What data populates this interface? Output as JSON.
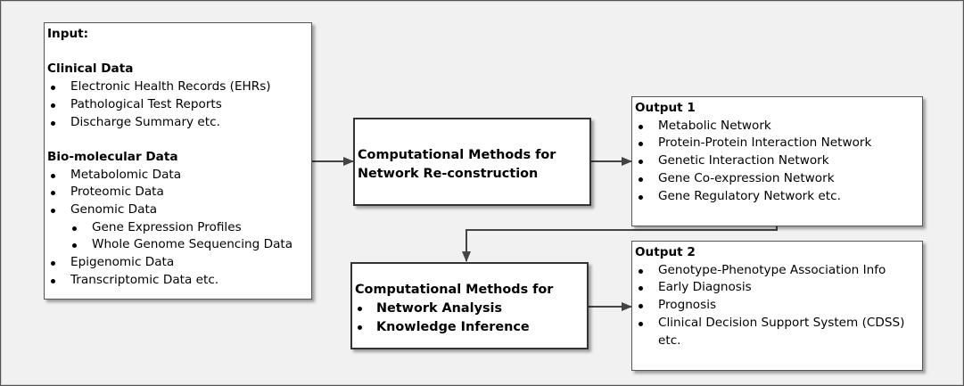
{
  "input": {
    "heading": "Input:",
    "clinical_heading": "Clinical Data",
    "clinical_items": [
      "Electronic Health Records (EHRs)",
      "Pathological Test Reports",
      "Discharge Summary etc."
    ],
    "biomolecular_heading": "Bio-molecular Data",
    "biomolecular_items": [
      "Metabolomic Data",
      "Proteomic Data",
      "Genomic Data"
    ],
    "genomic_subitems": [
      "Gene Expression Profiles",
      "Whole Genome Sequencing Data"
    ],
    "biomolecular_items_after": [
      "Epigenomic Data",
      "Transcriptomic Data etc."
    ]
  },
  "reconstruction": {
    "title_line1": "Computational Methods for",
    "title_line2": "Network Re-construction"
  },
  "analysis": {
    "title": "Computational Methods for",
    "items": [
      "Network Analysis",
      "Knowledge Inference"
    ]
  },
  "output1": {
    "heading": "Output 1",
    "items": [
      "Metabolic Network",
      "Protein-Protein Interaction Network",
      "Genetic Interaction Network",
      "Gene Co-expression Network",
      "Gene Regulatory Network etc."
    ]
  },
  "output2": {
    "heading": "Output 2",
    "items": [
      "Genotype-Phenotype Association Info",
      "Early Diagnosis",
      "Prognosis",
      "Clinical Decision Support System (CDSS)"
    ],
    "continuation": "etc."
  }
}
